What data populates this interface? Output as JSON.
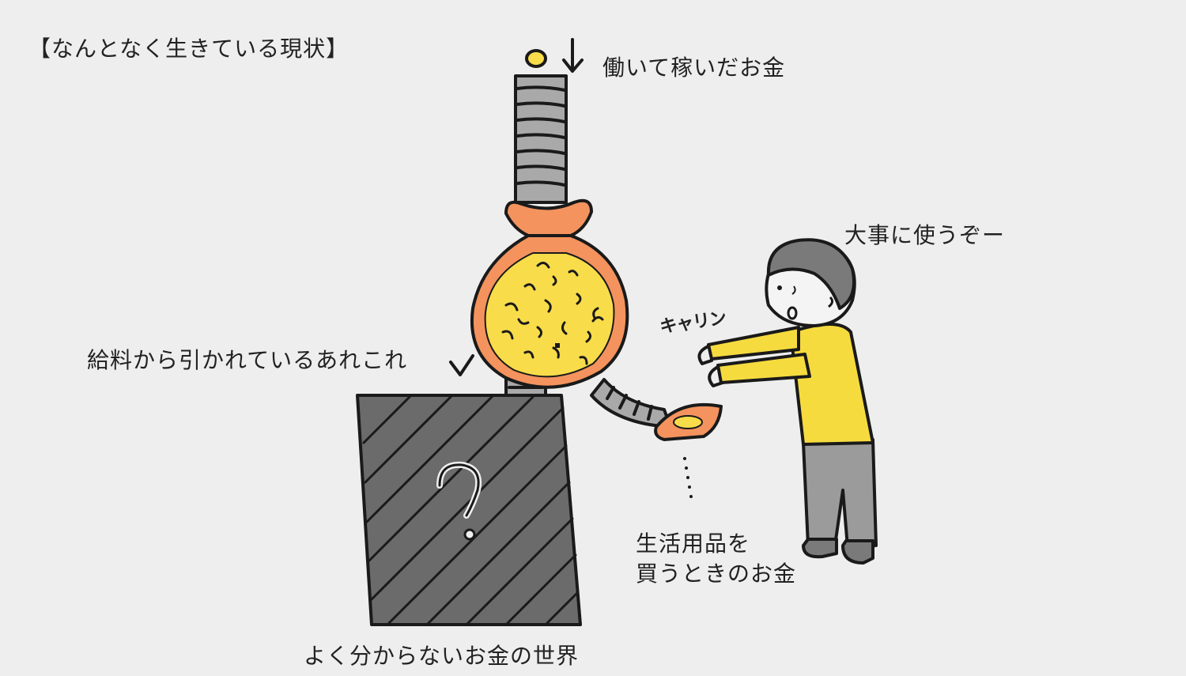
{
  "title": "【なんとなく生きている現状】",
  "labels": {
    "earned_money": "働いて稼いだお金",
    "payroll_deductions": "給料から引かれているあれこれ",
    "spend_carefully": "大事に使うぞー",
    "sound_effect": "キャリン",
    "living_expenses_line1": "生活用品を",
    "living_expenses_line2": "買うときのお金",
    "unknown_world": "よく分からないお金の世界"
  },
  "colors": {
    "background": "#eeeeee",
    "bag": "#f4935e",
    "coins": "#f8dc4a",
    "box": "#6b6b6b",
    "pipe": "#a9a9a9",
    "shirt": "#f6db3f",
    "pants": "#9b9b9b",
    "hair": "#7a7a7a"
  }
}
